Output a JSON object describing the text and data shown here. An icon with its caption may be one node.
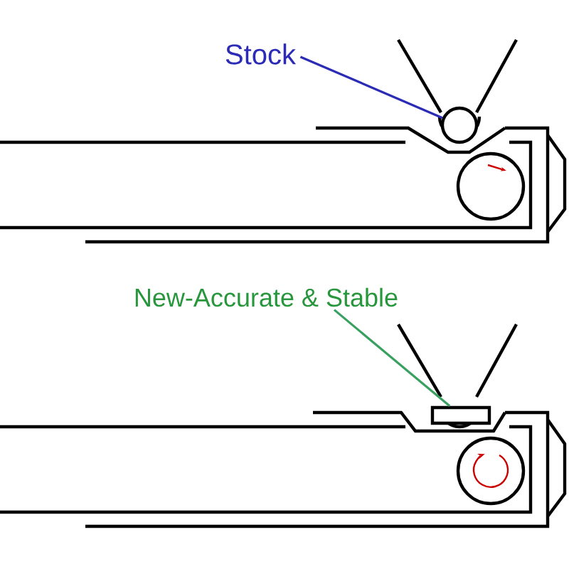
{
  "diagram": {
    "nodes": [
      {
        "text": [
          "Stock"
        ]
      },
      {
        "text": [],
        "shape": "circle"
      },
      {
        "text": [
          "New-Accurate & Stable"
        ]
      },
      {
        "text": [],
        "shape": "box"
      }
    ],
    "edges": [
      {
        "from": 0,
        "to": 1,
        "arrow": "none",
        "color": "#2b2bb5"
      },
      {
        "from": 2,
        "to": 3,
        "arrow": "none",
        "color": "#3aa060"
      }
    ]
  }
}
